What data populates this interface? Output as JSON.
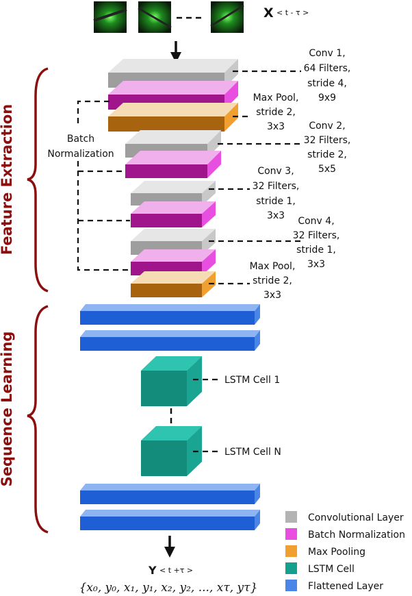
{
  "sections": {
    "feature_extraction": "Feature Extraction",
    "sequence_learning": "Sequence Learning"
  },
  "input_label": {
    "main": "X",
    "sub": "< t - τ >"
  },
  "output_label": {
    "main": "Y",
    "sub": "< t +τ >"
  },
  "output_formula": "{x₀, y₀,  x₁, y₁,  x₂, y₂,  ...,  xτ, yτ}",
  "batch_norm_label": [
    "Batch",
    "Normalization"
  ],
  "layer_labels": {
    "conv1": [
      "Conv 1,",
      "64 Filters,",
      "stride 4,",
      "9x9"
    ],
    "pool1": [
      "Max Pool,",
      "stride 2,",
      "3x3"
    ],
    "conv2": [
      "Conv 2,",
      "32 Filters,",
      "stride 2,",
      "5x5"
    ],
    "conv3": [
      "Conv 3,",
      "32 Filters,",
      "stride 1,",
      "3x3"
    ],
    "conv4": [
      "Conv 4,",
      "32 Filters,",
      "stride 1,",
      "3x3"
    ],
    "pool2": [
      "Max Pool,",
      "stride 2,",
      "3x3"
    ],
    "lstm1": "LSTM Cell 1",
    "lstmN": "LSTM Cell N"
  },
  "legend": [
    {
      "label": "Convolutional Layer",
      "color": "#b3b3b3"
    },
    {
      "label": "Batch Normalization",
      "color": "#e84fe0"
    },
    {
      "label": "Max Pooling",
      "color": "#f0a030"
    },
    {
      "label": "LSTM Cell",
      "color": "#14a08c"
    },
    {
      "label": "Flattened Layer",
      "color": "#4a86e8"
    }
  ],
  "colors": {
    "conv": "#9e9e9e",
    "bn": "#a0148c",
    "pool": "#a8630e",
    "lstm": "#148c7c",
    "flat": "#1e5fd6",
    "section": "#8b0f0f"
  }
}
